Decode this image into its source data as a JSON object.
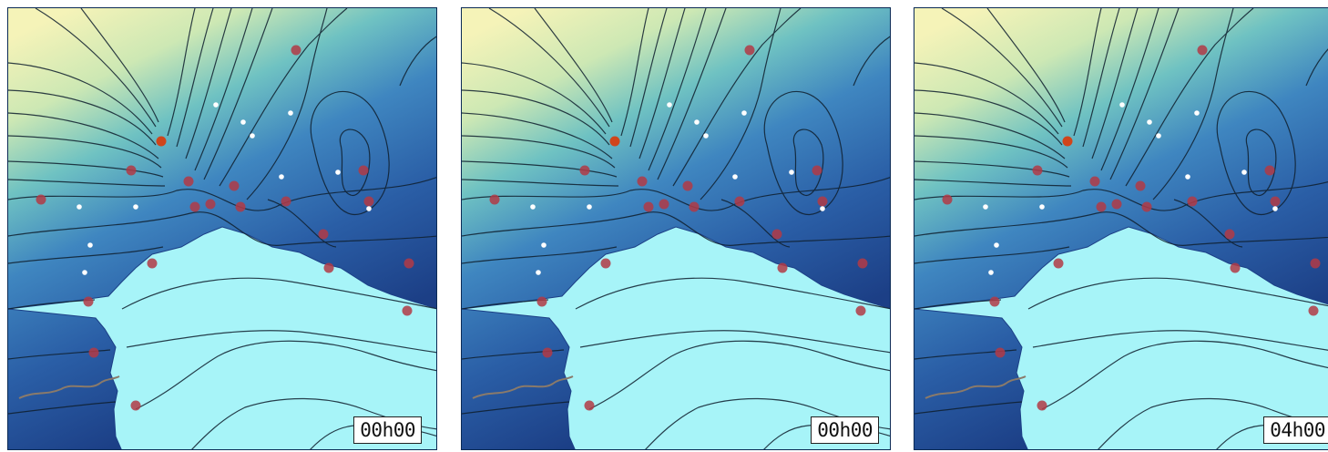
{
  "panels": [
    {
      "time_label": "00h00"
    },
    {
      "time_label": "00h00"
    },
    {
      "time_label": "04h00"
    }
  ],
  "colors": {
    "land_light": "#f5f3b8",
    "land_mid": "#6fc2c2",
    "land_deep": "#2a5ea6",
    "land_darkest": "#1c3f86",
    "sea": "#a7f4f8",
    "contour": "#0f1f2e",
    "station_red": "#b23a45",
    "station_white": "#ffffff",
    "station_orange": "#d0451b",
    "river": "#8a7a6a"
  }
}
